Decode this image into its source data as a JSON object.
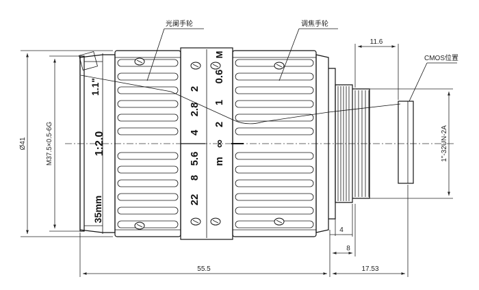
{
  "callouts": {
    "aperture_ring": "光阑手轮",
    "focus_ring": "调焦手轮",
    "cmos_position": "CMOS位置"
  },
  "dimensions": {
    "diameter": "Ø41",
    "front_thread": "M37.5×0.5-6G",
    "mount_thread": "1\"-32UN-2A",
    "top_width": "11.6",
    "overall_length": "55.5",
    "flange_distance": "17.53",
    "step_4": "4",
    "step_8": "8"
  },
  "lens_markings": {
    "format": "1.1\"",
    "aperture_ratio": "1:2.0",
    "focal_length": "35mm"
  },
  "aperture_scale": [
    "2",
    "2.8",
    "4",
    "5.6",
    "8",
    "22"
  ],
  "distance_scale": [
    "0.6",
    "1",
    "2",
    "∞",
    "m"
  ],
  "ring_symbol": "M"
}
